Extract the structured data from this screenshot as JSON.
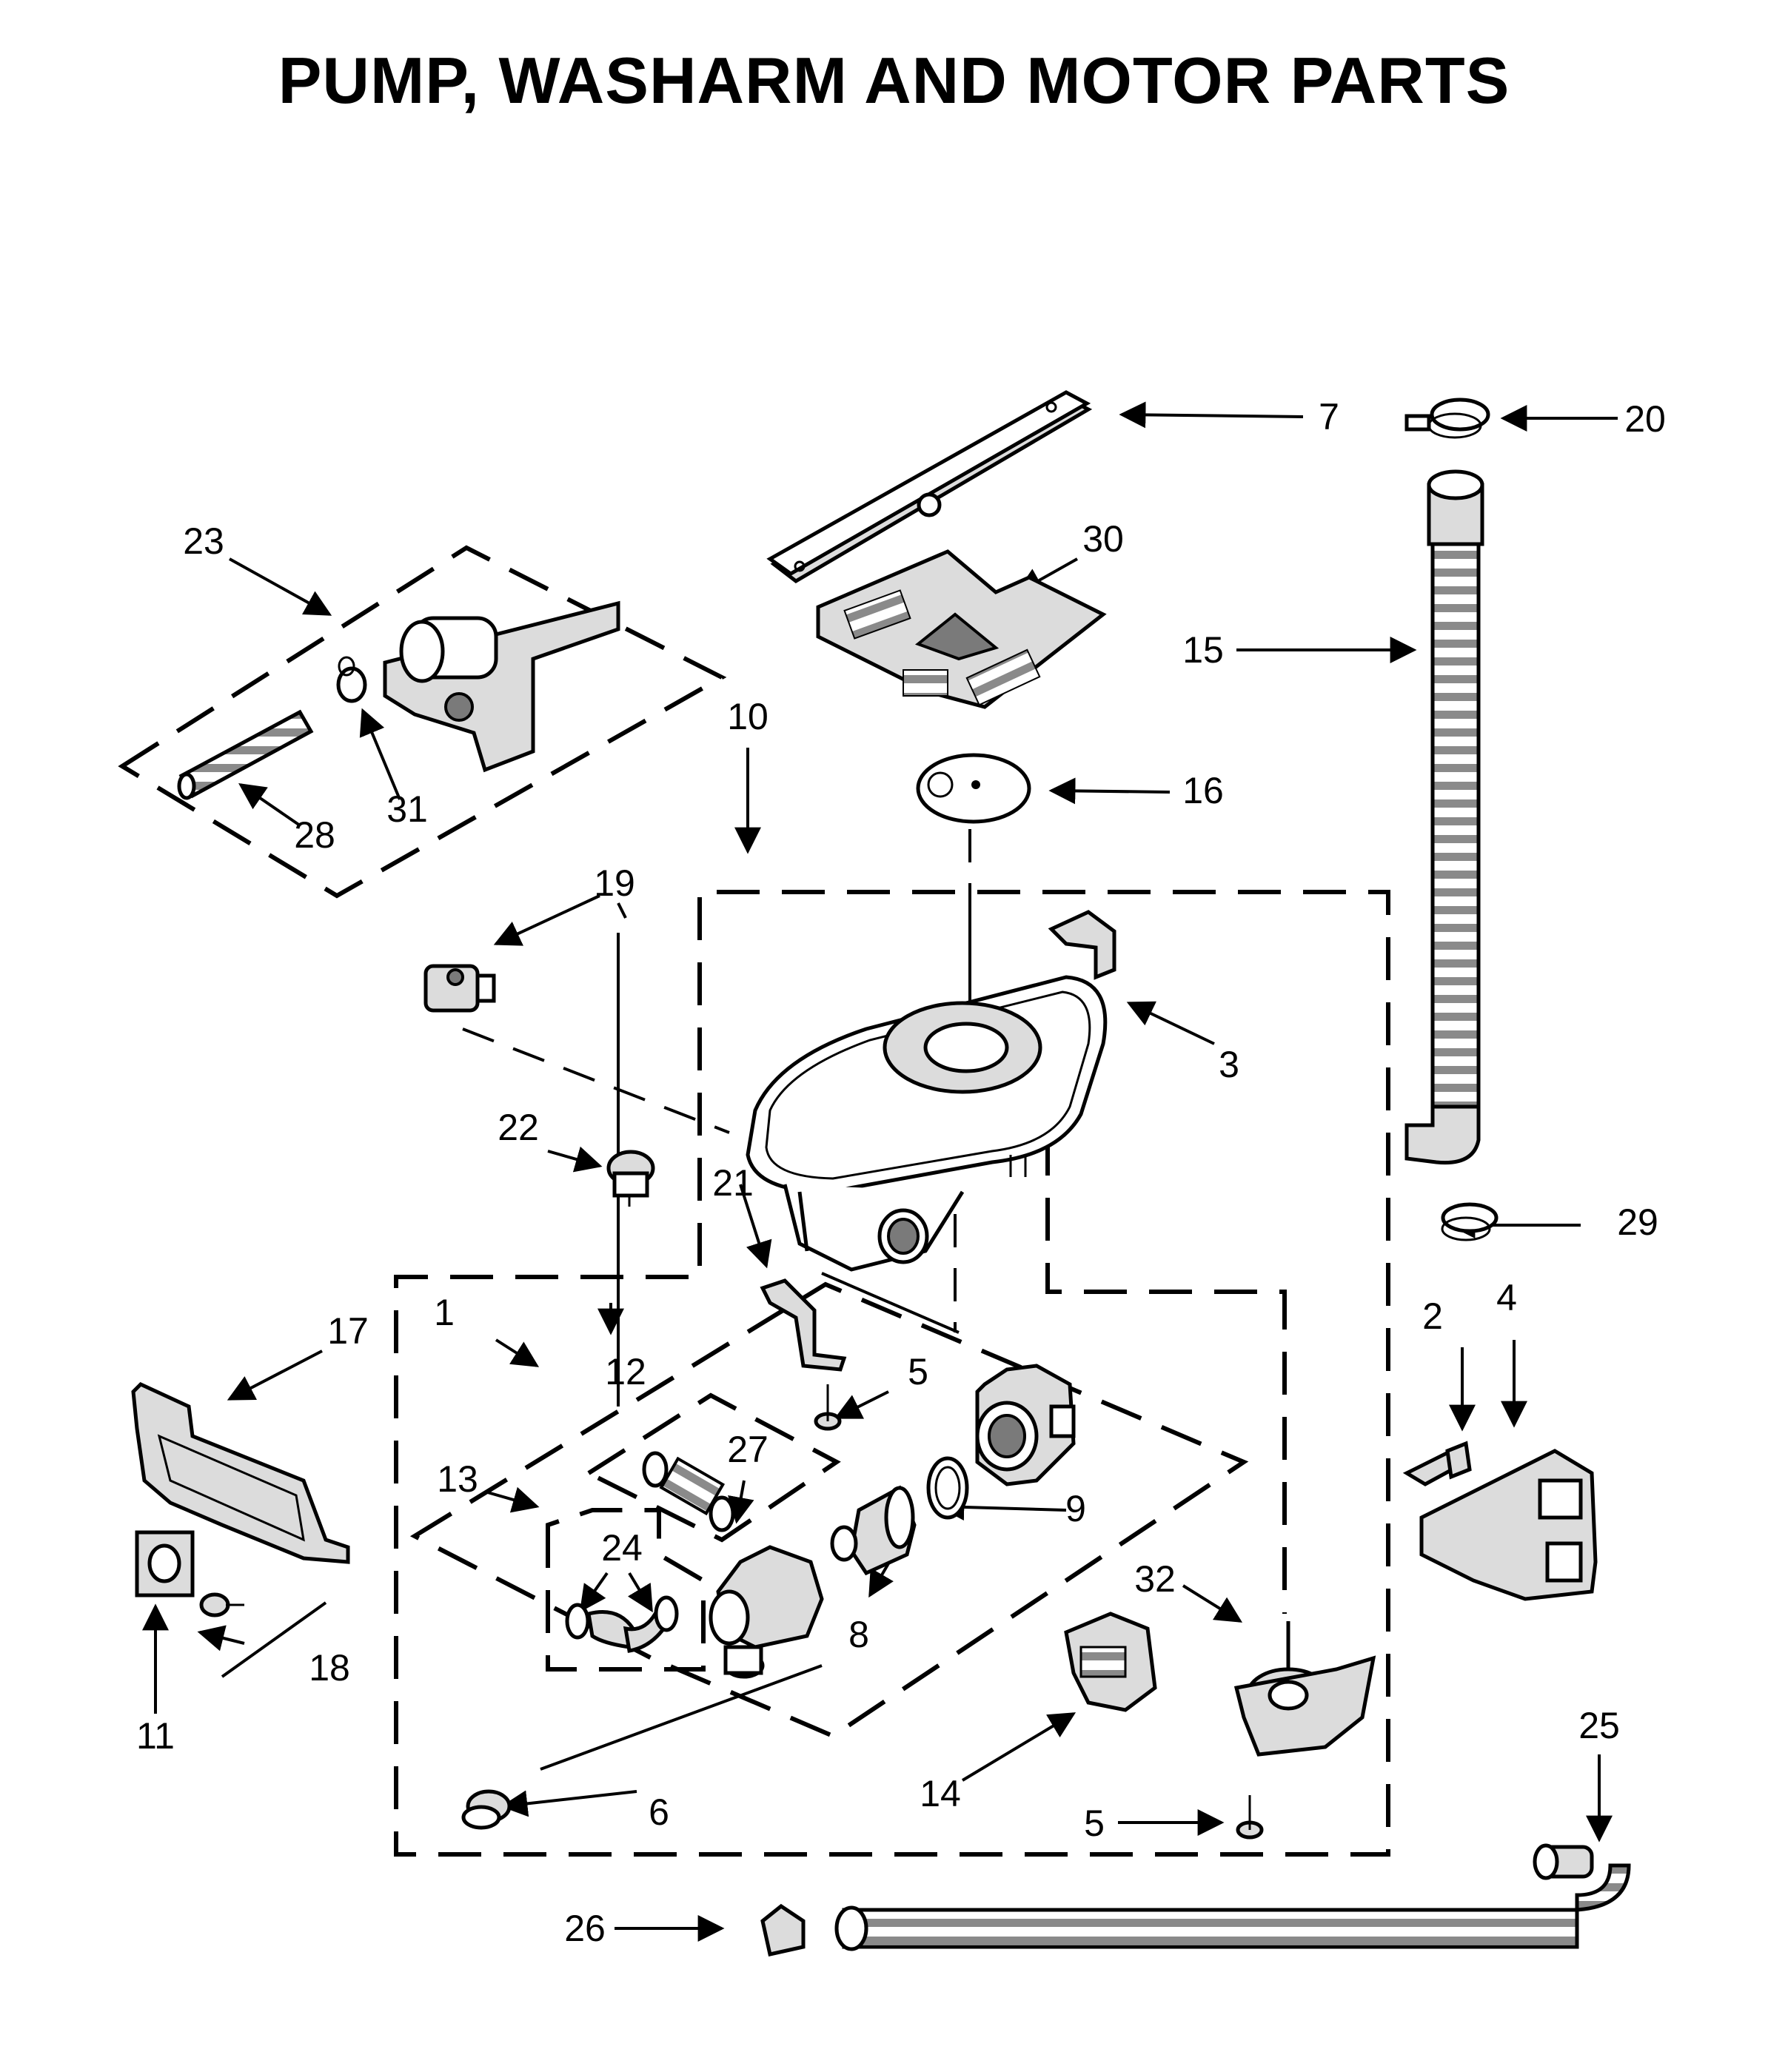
{
  "title": "PUMP, WASHARM AND MOTOR PARTS",
  "callouts": {
    "c1": "1",
    "c2": "2",
    "c3": "3",
    "c4": "4",
    "c5a": "5",
    "c5b": "5",
    "c6": "6",
    "c7": "7",
    "c8": "8",
    "c9": "9",
    "c10": "10",
    "c11": "11",
    "c12": "12",
    "c13": "13",
    "c14": "14",
    "c15": "15",
    "c16": "16",
    "c17": "17",
    "c18": "18",
    "c19": "19",
    "c20": "20",
    "c21": "21",
    "c22": "22",
    "c23": "23",
    "c24": "24",
    "c25": "25",
    "c26": "26",
    "c27": "27",
    "c28": "28",
    "c29": "29",
    "c30": "30",
    "c31": "31",
    "c32": "32"
  }
}
